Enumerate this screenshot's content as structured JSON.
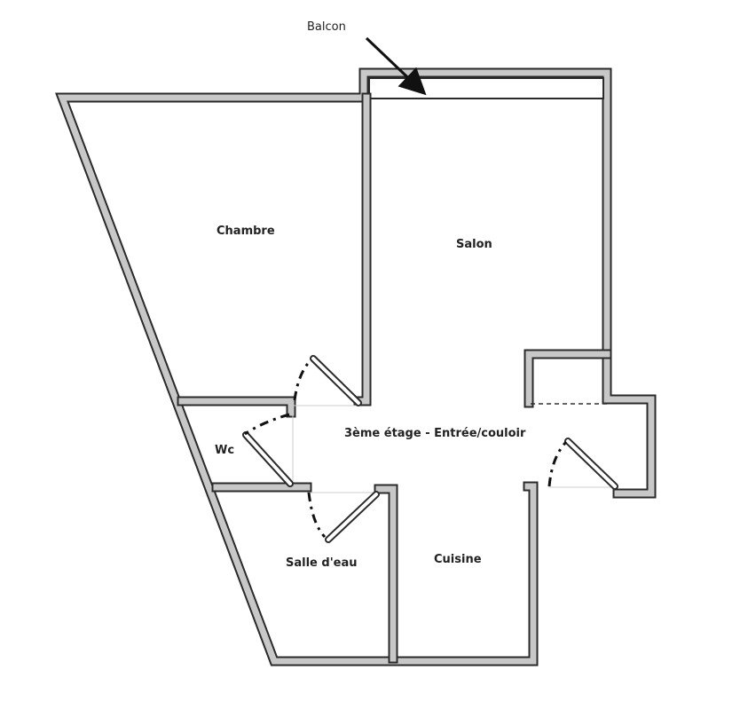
{
  "plan": {
    "balcony_label": "Balcon",
    "rooms": {
      "chambre": "Chambre",
      "salon": "Salon",
      "wc": "Wc",
      "entree": "3ème étage - Entrée/couloir",
      "salle_eau": "Salle d'eau",
      "cuisine": "Cuisine"
    },
    "colors": {
      "wall_fill": "#c8c8c8",
      "wall_edge": "#2a2a2a"
    }
  }
}
